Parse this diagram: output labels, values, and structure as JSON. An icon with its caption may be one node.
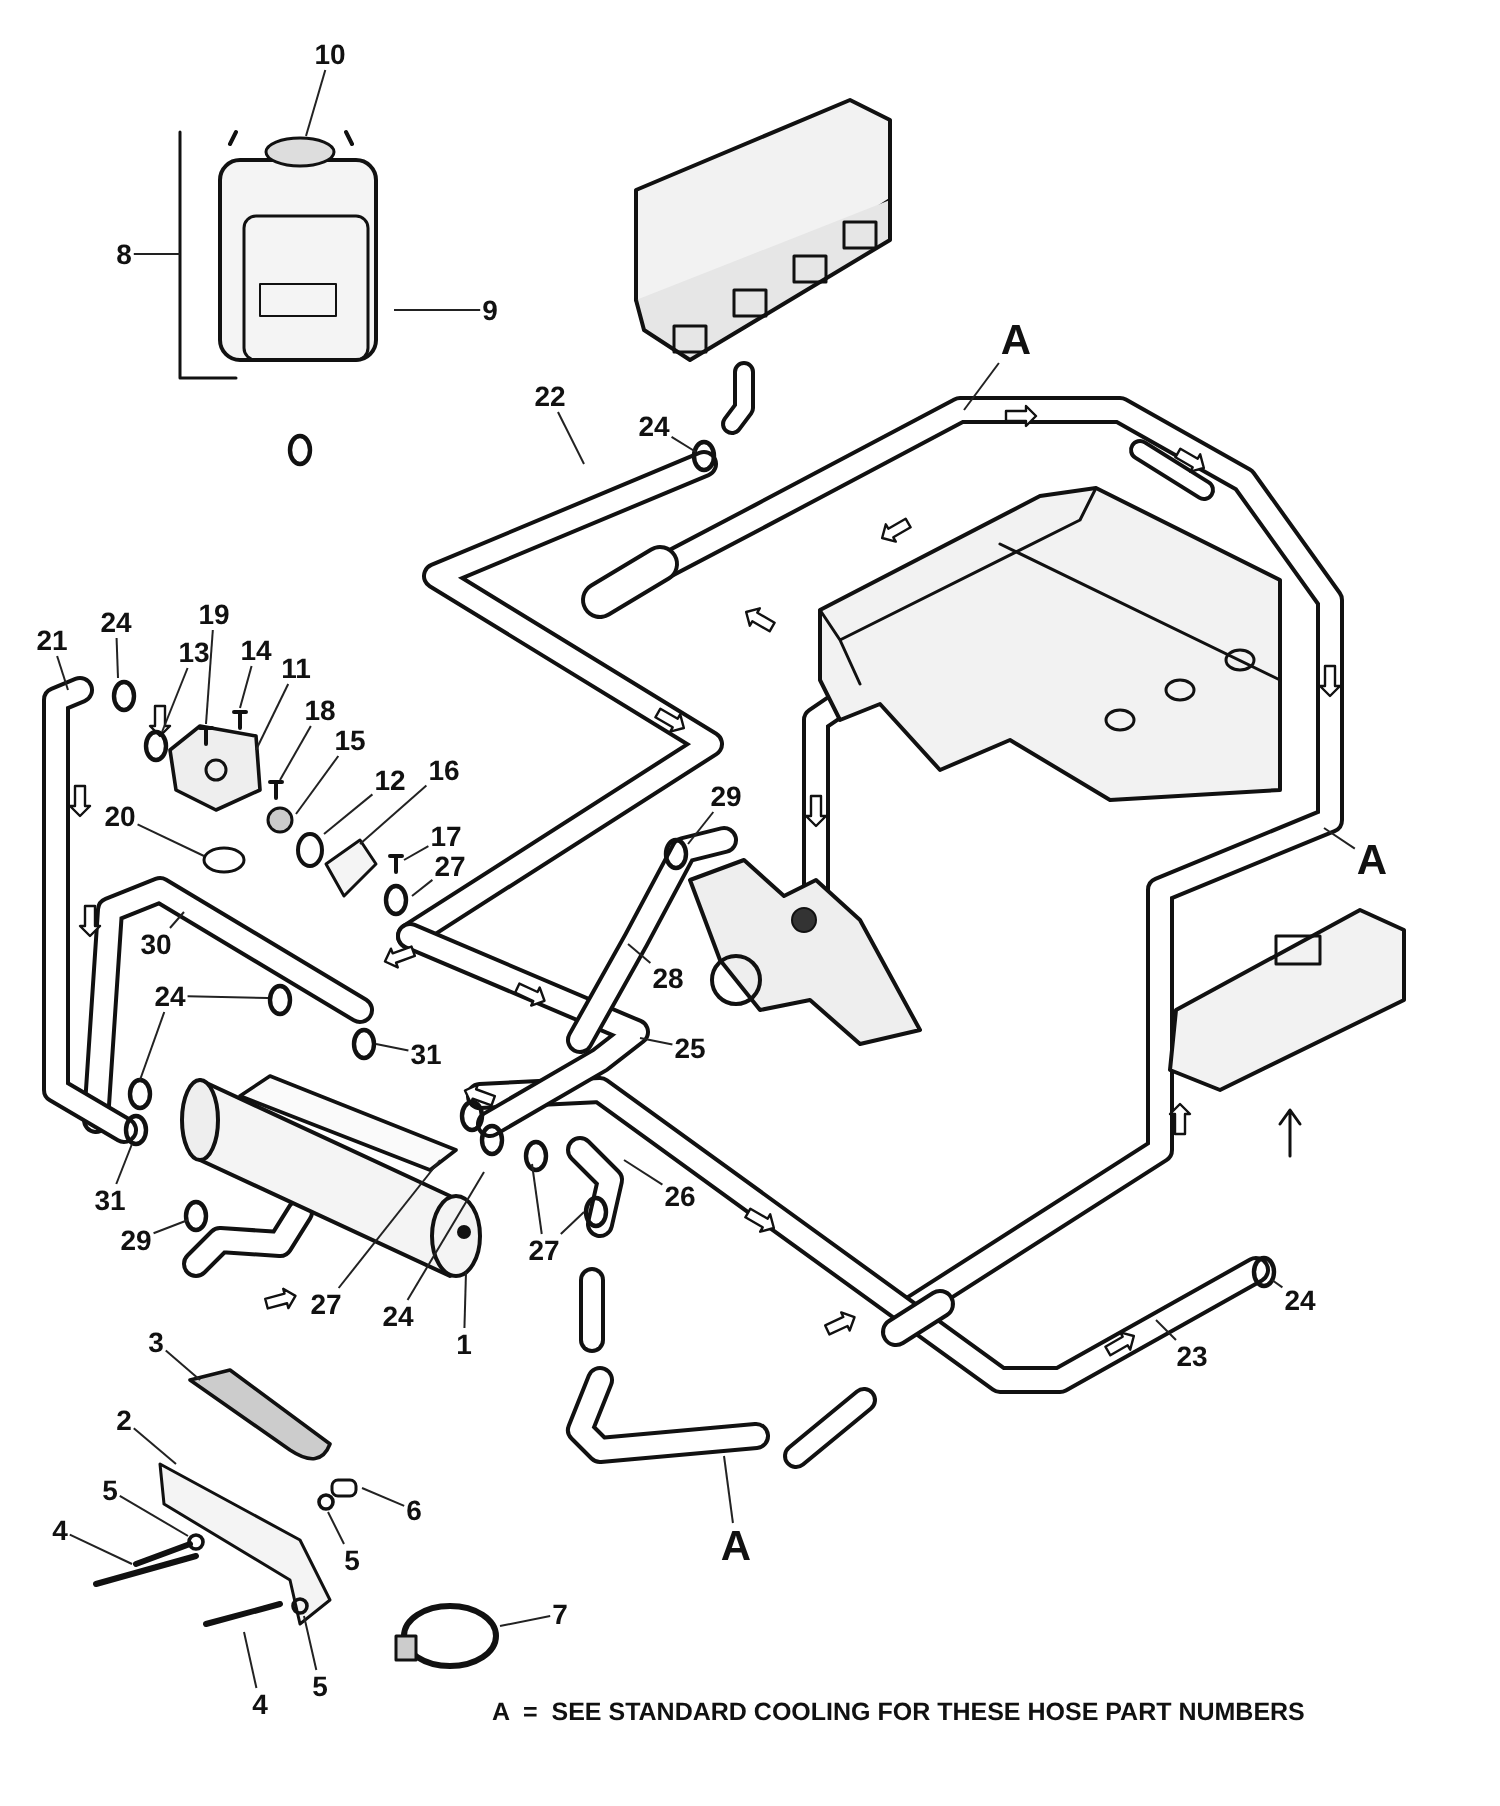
{
  "diagram": {
    "nodes": [
      {
        "text": [
          "10"
        ]
      },
      {
        "text": [
          "A"
        ]
      },
      {
        "text": [
          "8"
        ]
      },
      {
        "text": [
          "9"
        ]
      },
      {
        "text": [
          "24"
        ]
      },
      {
        "text": [
          "22"
        ]
      },
      {
        "text": [
          "21"
        ]
      },
      {
        "text": [
          "24"
        ]
      },
      {
        "text": [
          "13"
        ]
      },
      {
        "text": [
          "19"
        ]
      },
      {
        "text": [
          "14"
        ]
      },
      {
        "text": [
          "11"
        ]
      },
      {
        "text": [
          "18"
        ]
      },
      {
        "text": [
          "15"
        ]
      },
      {
        "text": [
          "20"
        ]
      },
      {
        "text": [
          "12"
        ]
      },
      {
        "text": [
          "16"
        ]
      },
      {
        "text": [
          "17"
        ]
      },
      {
        "text": [
          "27"
        ]
      },
      {
        "text": [
          "29"
        ]
      },
      {
        "text": [
          "A"
        ]
      },
      {
        "text": [
          "30"
        ]
      },
      {
        "text": [
          "28"
        ]
      },
      {
        "text": [
          "24"
        ]
      },
      {
        "text": [
          "31"
        ]
      },
      {
        "text": [
          "25"
        ]
      },
      {
        "text": [
          "31"
        ]
      },
      {
        "text": [
          "29"
        ]
      },
      {
        "text": [
          "26"
        ]
      },
      {
        "text": [
          "27"
        ]
      },
      {
        "text": [
          "27"
        ]
      },
      {
        "text": [
          "24"
        ]
      },
      {
        "text": [
          "1"
        ]
      },
      {
        "text": [
          "24"
        ]
      },
      {
        "text": [
          "23"
        ]
      },
      {
        "text": [
          "3"
        ]
      },
      {
        "text": [
          "2"
        ]
      },
      {
        "text": [
          "5"
        ]
      },
      {
        "text": [
          "6"
        ]
      },
      {
        "text": [
          "5"
        ]
      },
      {
        "text": [
          "4"
        ]
      },
      {
        "text": [
          "A"
        ]
      },
      {
        "text": [
          "7"
        ]
      },
      {
        "text": [
          "5"
        ]
      },
      {
        "text": [
          "4"
        ]
      }
    ],
    "edges": [
      {
        "from": 0,
        "to": null,
        "arrow": "none"
      },
      {
        "from": 1,
        "to": null,
        "arrow": "none"
      },
      {
        "from": 2,
        "to": null,
        "arrow": "none"
      },
      {
        "from": 3,
        "to": null,
        "arrow": "none"
      },
      {
        "from": 4,
        "to": null,
        "arrow": "none"
      },
      {
        "from": 5,
        "to": null,
        "arrow": "none"
      },
      {
        "from": 6,
        "to": null,
        "arrow": "none"
      },
      {
        "from": 7,
        "to": null,
        "arrow": "none"
      },
      {
        "from": 8,
        "to": null,
        "arrow": "none"
      },
      {
        "from": 9,
        "to": null,
        "arrow": "none"
      },
      {
        "from": 10,
        "to": null,
        "arrow": "none"
      },
      {
        "from": 11,
        "to": null,
        "arrow": "none"
      },
      {
        "from": 12,
        "to": null,
        "arrow": "none"
      },
      {
        "from": 13,
        "to": null,
        "arrow": "none"
      },
      {
        "from": 14,
        "to": null,
        "arrow": "none"
      },
      {
        "from": 15,
        "to": null,
        "arrow": "none"
      },
      {
        "from": 16,
        "to": null,
        "arrow": "none"
      },
      {
        "from": 17,
        "to": null,
        "arrow": "none"
      },
      {
        "from": 18,
        "to": null,
        "arrow": "none"
      },
      {
        "from": 19,
        "to": null,
        "arrow": "none"
      },
      {
        "from": 20,
        "to": null,
        "arrow": "none"
      },
      {
        "from": 21,
        "to": null,
        "arrow": "none"
      },
      {
        "from": 22,
        "to": null,
        "arrow": "none"
      },
      {
        "from": 23,
        "to": null,
        "arrow": "none"
      },
      {
        "from": 23,
        "to": null,
        "arrow": "none"
      },
      {
        "from": 24,
        "to": null,
        "arrow": "none"
      },
      {
        "from": 25,
        "to": null,
        "arrow": "none"
      },
      {
        "from": 26,
        "to": null,
        "arrow": "none"
      },
      {
        "from": 27,
        "to": null,
        "arrow": "none"
      },
      {
        "from": 28,
        "to": null,
        "arrow": "none"
      },
      {
        "from": 29,
        "to": null,
        "arrow": "none"
      },
      {
        "from": 29,
        "to": null,
        "arrow": "none"
      },
      {
        "from": 30,
        "to": null,
        "arrow": "none"
      },
      {
        "from": 31,
        "to": null,
        "arrow": "none"
      },
      {
        "from": 32,
        "to": null,
        "arrow": "none"
      },
      {
        "from": 33,
        "to": null,
        "arrow": "none"
      },
      {
        "from": 34,
        "to": null,
        "arrow": "none"
      },
      {
        "from": 35,
        "to": null,
        "arrow": "none"
      },
      {
        "from": 36,
        "to": null,
        "arrow": "none"
      },
      {
        "from": 37,
        "to": null,
        "arrow": "none"
      },
      {
        "from": 38,
        "to": null,
        "arrow": "none"
      },
      {
        "from": 39,
        "to": null,
        "arrow": "none"
      },
      {
        "from": 40,
        "to": null,
        "arrow": "none"
      },
      {
        "from": 41,
        "to": null,
        "arrow": "none"
      },
      {
        "from": 42,
        "to": null,
        "arrow": "none"
      },
      {
        "from": 43,
        "to": null,
        "arrow": "none"
      },
      {
        "from": 44,
        "to": null,
        "arrow": "none"
      }
    ],
    "labels": [
      "A  =  SEE STANDARD COOLING FOR THESE HOSE PART NUMBERS"
    ]
  }
}
